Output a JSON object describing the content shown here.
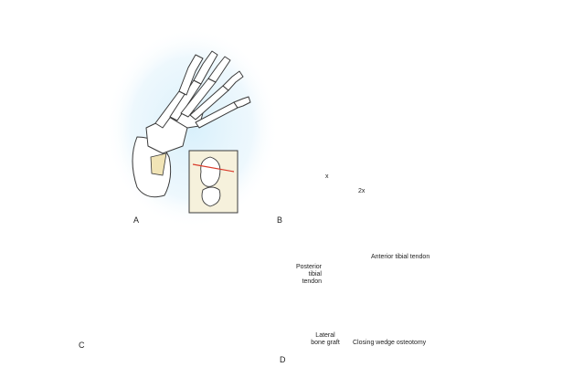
{
  "panels": {
    "a": {
      "letter": "A"
    },
    "b": {
      "letter": "B"
    },
    "c": {
      "letter": "C"
    },
    "d": {
      "letter": "D"
    }
  },
  "annotations": {
    "b_angle": "x",
    "b_wedge": "2x",
    "d_posterior_tibial_line1": "Posterior",
    "d_posterior_tibial_line2": "tibial",
    "d_posterior_tibial_line3": "tendon",
    "d_anterior_tibial": "Anterior tibial tendon",
    "d_lateral_bone_graft_line1": "Lateral",
    "d_lateral_bone_graft_line2": "bone graft",
    "d_closing_wedge": "Closing wedge osteotomy"
  },
  "colors": {
    "glow": "#bfe3f7",
    "bone_outline": "#3a3a3a",
    "graft": "#f1e4b6",
    "osteotomy_line": "#d93a2a",
    "inset_bg": "#f6f1dc"
  }
}
